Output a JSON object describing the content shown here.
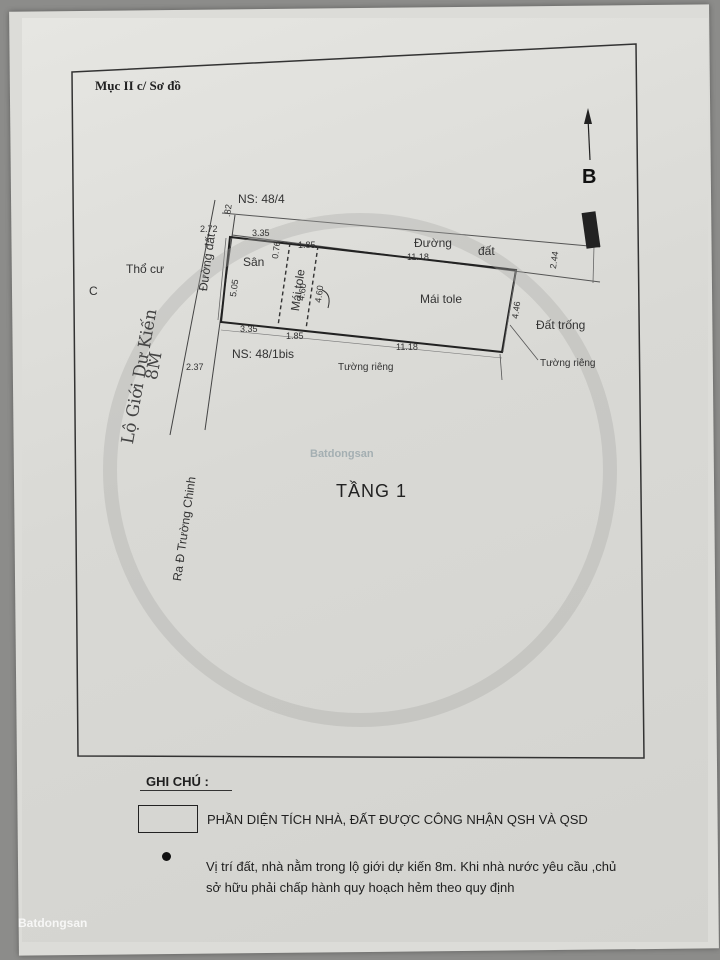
{
  "document": {
    "title": "Mục II c/ Sơ đồ",
    "north_label": "B",
    "floor_label": "TẦNG 1",
    "watermark": "Batdongsan",
    "watermark_footer": "Batdongsan"
  },
  "plan": {
    "labels": {
      "neighbor_top": "NS: 48/4",
      "neighbor_bottom": "NS: 48/1bis",
      "road_top": "Đường",
      "road_top2": "đất",
      "road_left": "Đường đất",
      "residential": "Thổ cư",
      "corner_c": "C",
      "yard": "Sân",
      "roof_small": "Mái tole",
      "roof_main": "Mái tole",
      "vacant": "Đất trống",
      "wall_private_1": "Tường riêng",
      "wall_private_2": "Tường riêng",
      "exit_road": "Ra Đ Trường Chinh",
      "handwritten_1": "Lộ Giới Dự Kiến",
      "handwritten_2": "8M"
    },
    "dimensions": {
      "d_272": "2.72",
      "d_82": ".82",
      "d_335_top": "3.35",
      "d_185_top": "1.85",
      "d_1118_top": "11.18",
      "d_244": "2.44",
      "d_076": "0.76",
      "d_505": "5.05",
      "d_460": "4.60",
      "d_460b": "4.60",
      "d_446": "4.46",
      "d_335_bot": "3.35",
      "d_185_bot": "1.85",
      "d_1118_bot": "11.18",
      "d_237": "2.37"
    }
  },
  "legend": {
    "heading": "GHI CHÚ :",
    "item1": "PHẦN DIỆN TÍCH NHÀ, ĐẤT ĐƯỢC CÔNG NHẬN QSH VÀ QSD",
    "item2": "Vị trí đất, nhà nằm trong lộ giới dự kiến  8m. Khi nhà nước yêu cầu ,chủ sở hữu phải chấp hành quy hoạch hẻm theo quy định"
  }
}
